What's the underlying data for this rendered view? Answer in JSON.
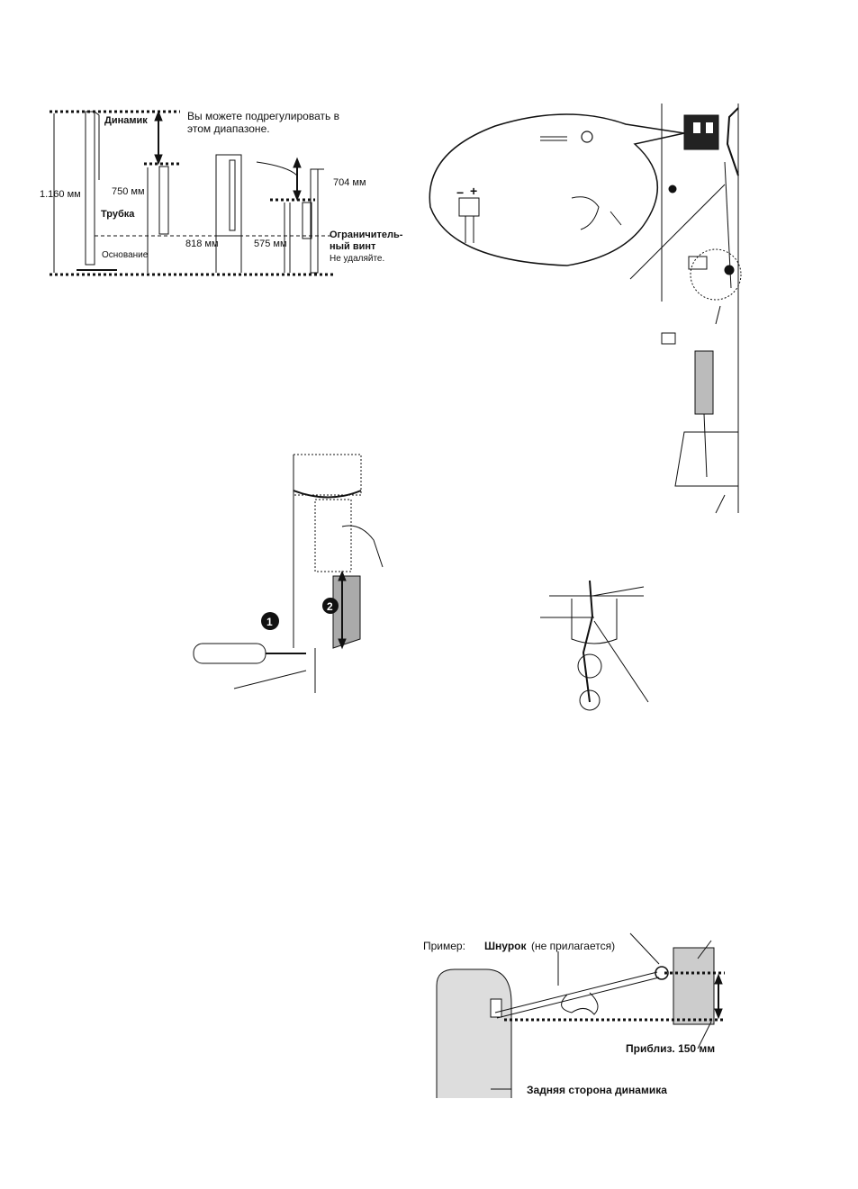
{
  "fig_height": {
    "speaker": "Динамик",
    "adjust_note_1": "Вы можете подрегулировать в",
    "adjust_note_2": "этом диапазоне.",
    "total": "1.160 мм",
    "d750": "750 мм",
    "tube": "Трубка",
    "base": "Основание",
    "d818": "818 мм",
    "d575": "575 мм",
    "d704": "704 мм",
    "limit_screw_1": "Ограничитель-",
    "limit_screw_2": "ный винт",
    "do_not_remove": "Не удаляйте."
  },
  "fig_wiring": {
    "minus": "−",
    "plus": "+"
  },
  "fig_cord": {
    "example": "Пример:",
    "cord": "Шнурок",
    "not_supplied": "(не прилагается)",
    "approx": "Приблиз. 150 мм",
    "rear_side": "Задняя сторона динамика"
  }
}
